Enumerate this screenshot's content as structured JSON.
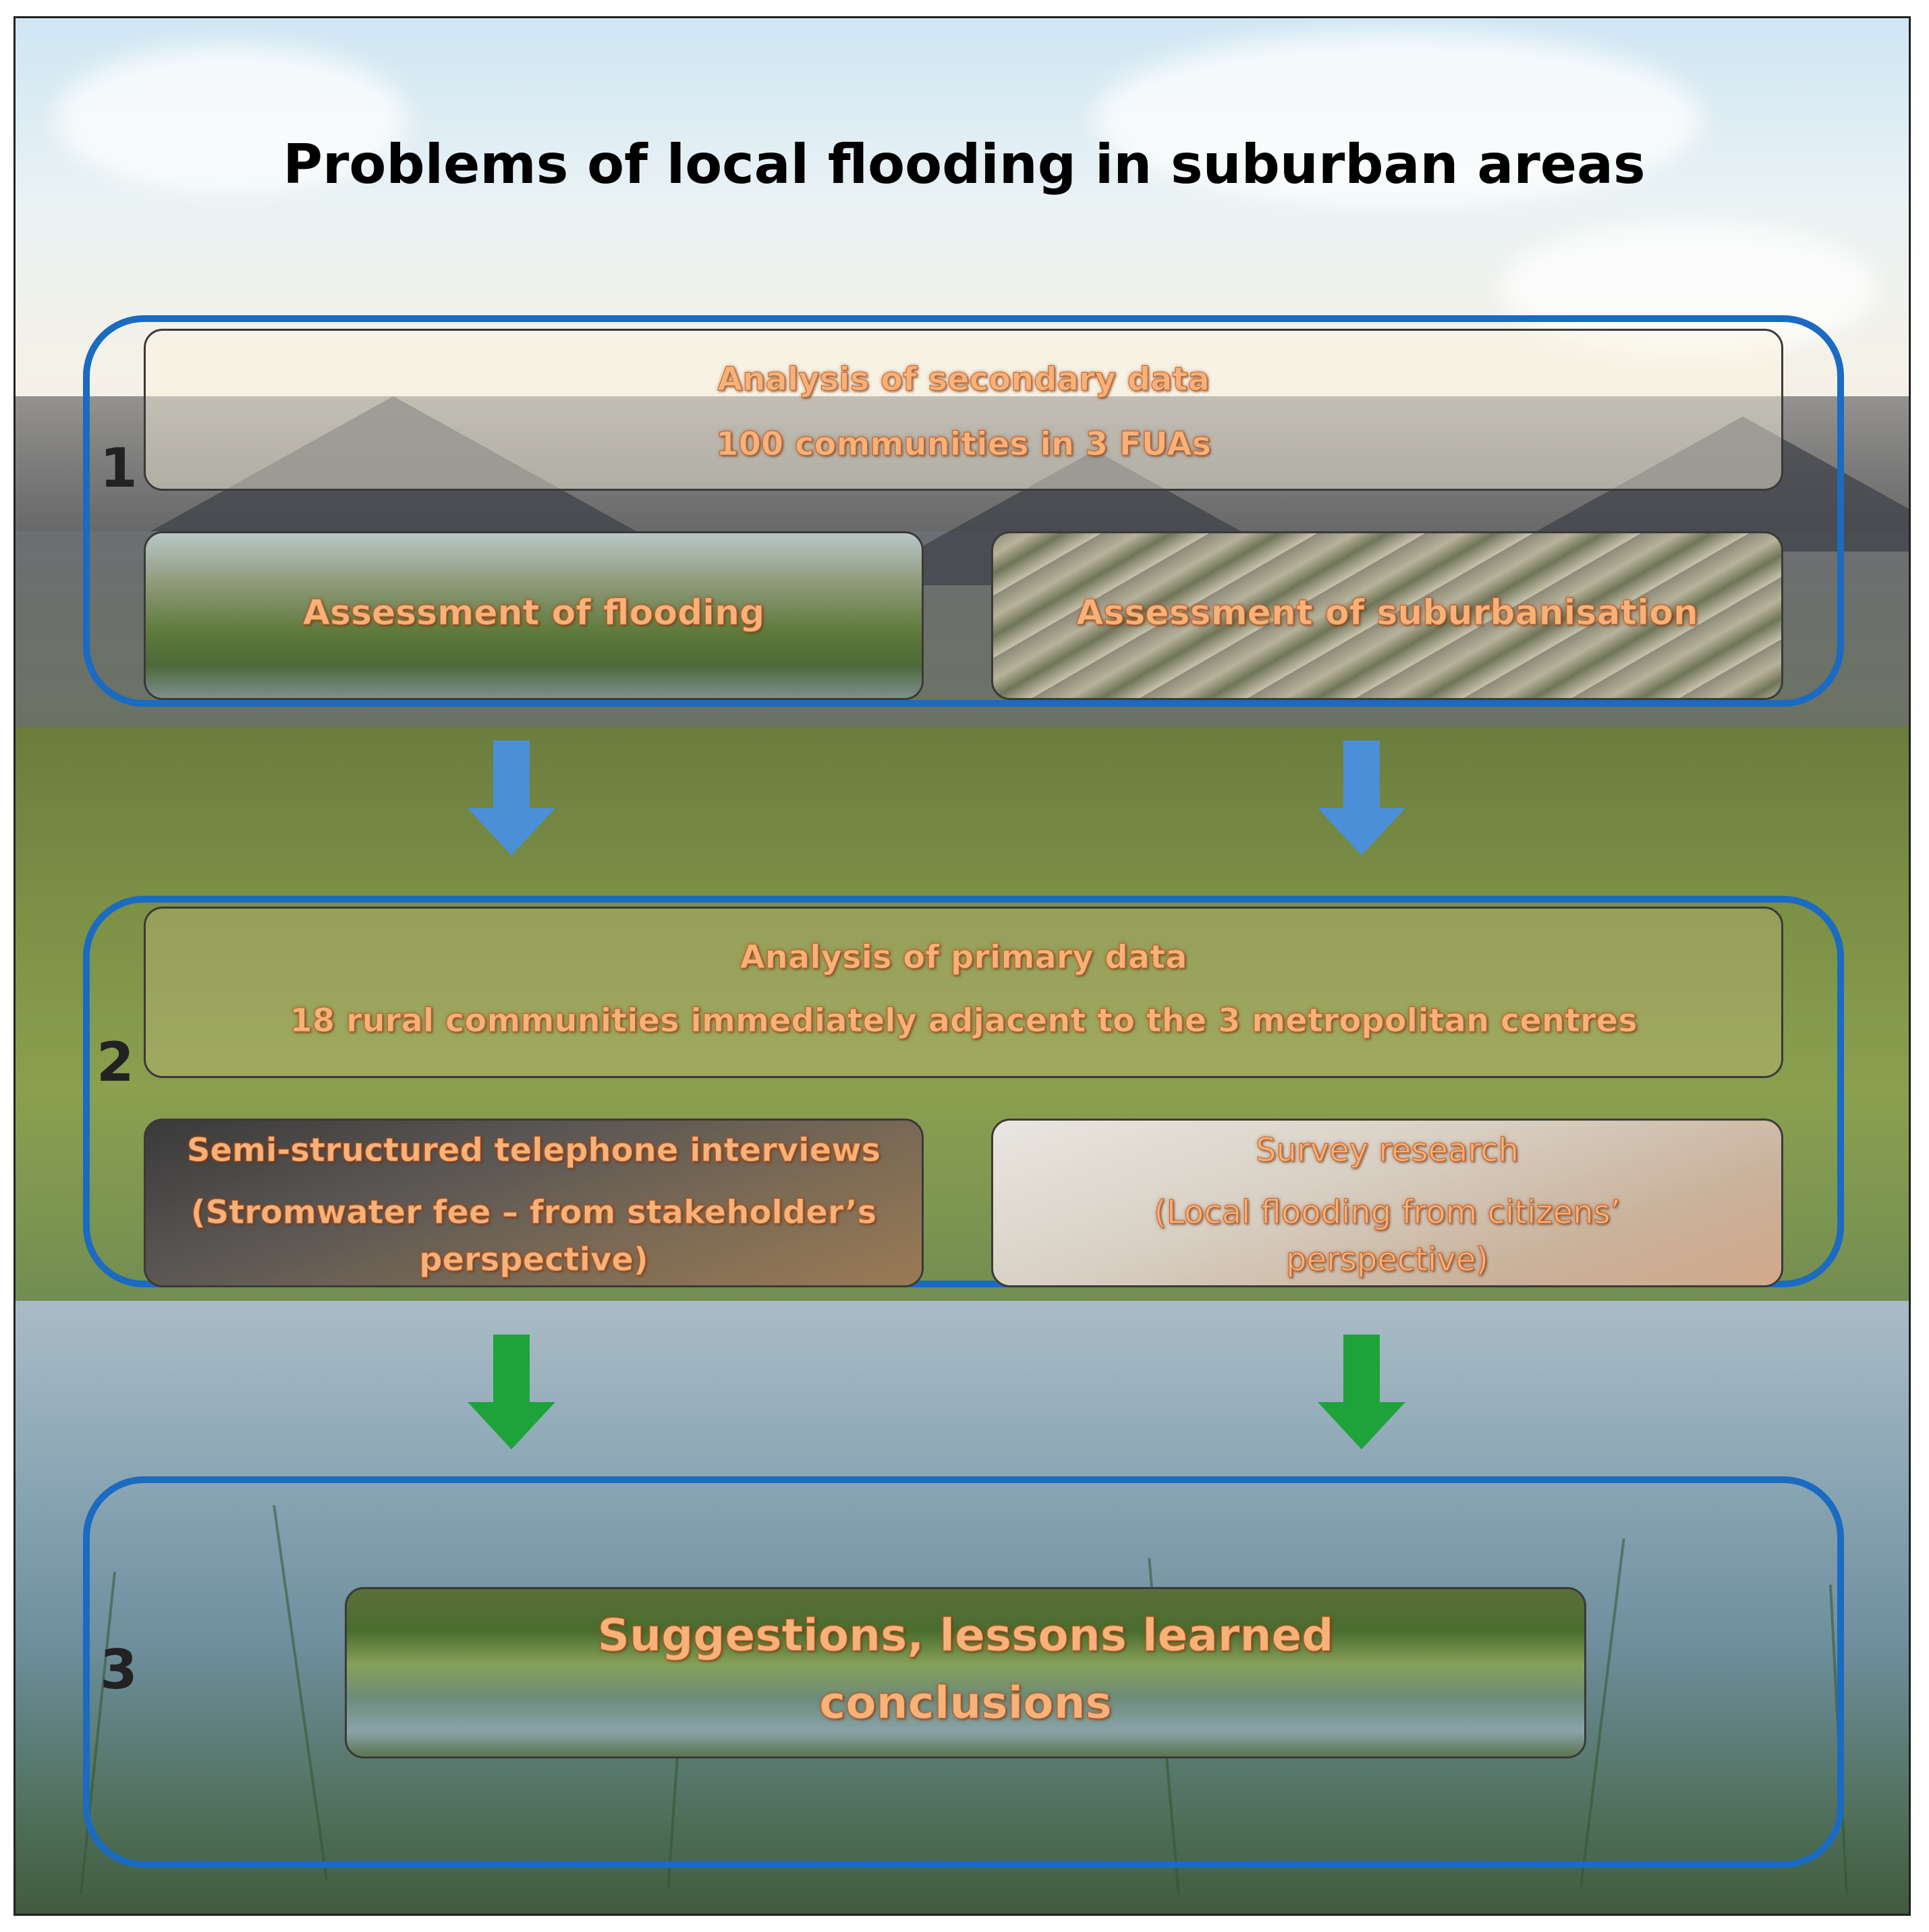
{
  "title": "Problems of local flooding in suburban areas",
  "stage1": {
    "number": "1",
    "top_line1": "Analysis of secondary data",
    "top_line2": "100 communities in 3 FUAs",
    "left_panel": "Assessment of flooding",
    "right_panel": "Assessment of suburbanisation"
  },
  "stage2": {
    "number": "2",
    "top_line1": "Analysis of primary data",
    "top_line2": "18 rural communities immediately adjacent to the 3 metropolitan centres",
    "left_line1": "Semi-structured telephone interviews",
    "left_line2": "(Stromwater fee – from stakeholder’s",
    "left_line3": "perspective)",
    "right_line1": "Survey research",
    "right_line2": "(Local flooding  from citizens’",
    "right_line3": "perspective)"
  },
  "stage3": {
    "number": "3",
    "line1": "Suggestions, lessons learned",
    "line2": "conclusions"
  },
  "colors": {
    "box_border": "#1a6bc1",
    "arrow_blue": "#4a8fd8",
    "arrow_green": "#1ea33a",
    "text_orange": "#f7b27a"
  }
}
